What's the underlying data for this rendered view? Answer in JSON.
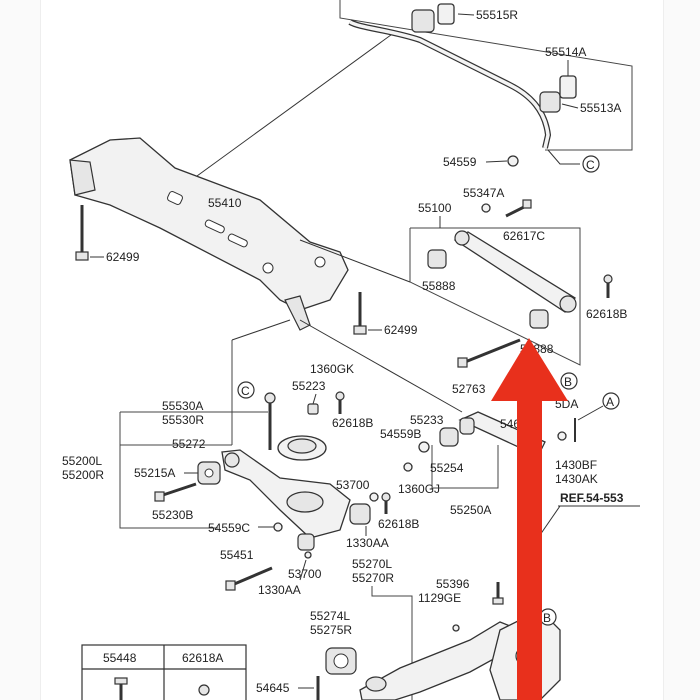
{
  "labels": {
    "p55515R": "55515R",
    "p55514A": "55514A",
    "p55513A": "55513A",
    "p54559": "54559",
    "p55410": "55410",
    "p62499a": "62499",
    "p62499b": "62499",
    "p55100": "55100",
    "p55347A": "55347A",
    "p62617C": "62617C",
    "p55888a": "55888",
    "p62618Ba": "62618B",
    "p55888b": "55888",
    "p52763": "52763",
    "p1360GKa": "1360GK",
    "p55223": "55223",
    "p55530A": "55530A",
    "p55530R": "55530R",
    "p62618Bb": "62618B",
    "p55272": "55272",
    "p55233": "55233",
    "p54559B": "54559B",
    "p55254": "55254",
    "p5460": "546",
    "p55250A": "55250A",
    "p1360GJ": "1360GJ",
    "p55200L": "55200L",
    "p55200R": "55200R",
    "p55215A": "55215A",
    "p55230B": "55230B",
    "p54559C": "54559C",
    "p53700a": "53700",
    "p62618Bc": "62618B",
    "p1330AAa": "1330AA",
    "p1430BF": "1430BF",
    "p1430AK": "1430AK",
    "p55DA": "5DA",
    "pRef": "REF.54-553",
    "p55451": "55451",
    "p53700b": "53700",
    "p1330AAb": "1330AA",
    "p55270L": "55270L",
    "p55270R": "55270R",
    "p55396": "55396",
    "p1129GE": "1129GE",
    "p55274L": "55274L",
    "p55275R": "55275R",
    "p54645": "54645",
    "tblH1": "55448",
    "tblH2": "62618A"
  },
  "callouts": {
    "c1": "C",
    "c2": "C",
    "a1": "A",
    "b1": "B",
    "b2": "B"
  },
  "colors": {
    "arrow": "#e8301c",
    "line": "#333333"
  }
}
